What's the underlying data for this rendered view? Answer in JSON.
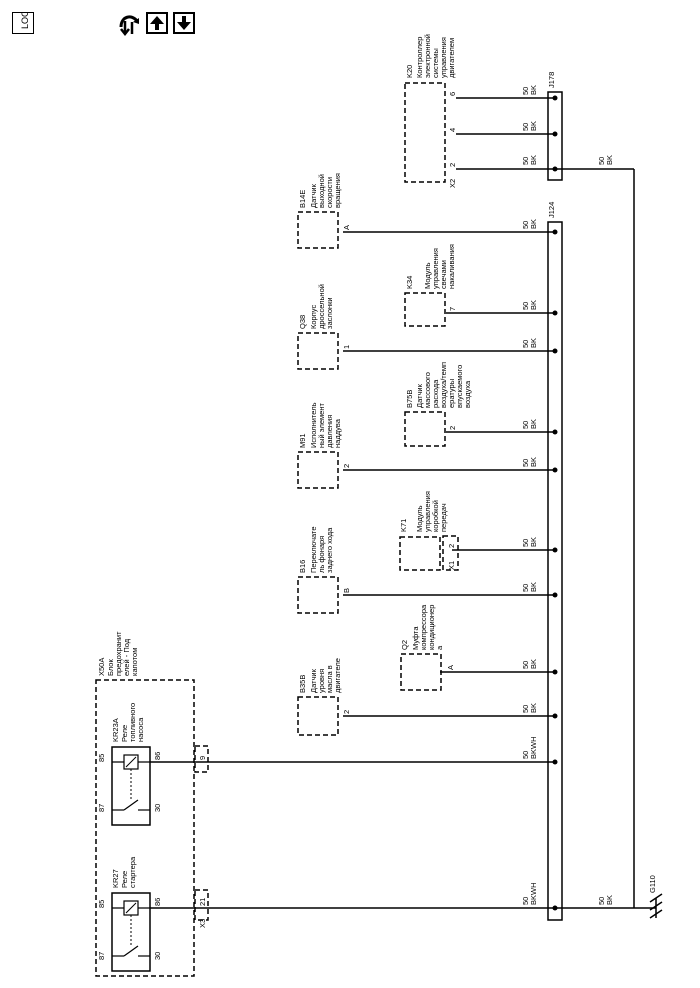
{
  "toolbar": {
    "loc_label": "LOC",
    "nav_icon": "connector-nav-icon",
    "up_icon": "arrow-up-icon",
    "down_icon": "arrow-down-icon"
  },
  "wire": {
    "gauge": "50",
    "bk": "BK",
    "bkwh": "BKWH"
  },
  "splices": [
    "J178",
    "J124"
  ],
  "ground": "G110",
  "controller": {
    "id": "K20",
    "lines": [
      "Контроллер",
      "электронной",
      "системы",
      "управления",
      "двигателем"
    ],
    "connector": "X2",
    "pins": [
      "6",
      "4",
      "2"
    ]
  },
  "components": [
    {
      "id": "B14E",
      "lines": [
        "Датчик",
        "выходной",
        "скорости",
        "вращения"
      ],
      "pin": "A"
    },
    {
      "id": "K34",
      "lines": [
        "Модуль",
        "управления",
        "свечами",
        "накаливания"
      ],
      "pin": "7"
    },
    {
      "id": "Q38",
      "lines": [
        "Корпус",
        "дроссельной",
        "заслонки"
      ],
      "pin": "1"
    },
    {
      "id": "B75B",
      "lines": [
        "Датчик",
        "массового",
        "расхода",
        "воздуха/темп",
        "ературы",
        "впускаемого",
        "воздуха"
      ],
      "pin": "2"
    },
    {
      "id": "M91",
      "lines": [
        "Исполнитель",
        "ный элемент",
        "давления",
        "наддува"
      ],
      "pin": "2"
    },
    {
      "id": "K71",
      "lines": [
        "Модуль",
        "управления",
        "коробкой",
        "передач"
      ],
      "pin": "2",
      "connector": "X1"
    },
    {
      "id": "B16",
      "lines": [
        "Переключате",
        "ль фонаря",
        "заднего хода"
      ],
      "pin": "B"
    },
    {
      "id": "Q2",
      "lines": [
        "Муфта",
        "компрессора",
        "кондиционер",
        "а"
      ],
      "pin": "A"
    },
    {
      "id": "B35B",
      "lines": [
        "Датчик",
        "уровня",
        "масла в",
        "двигателе"
      ],
      "pin": "2"
    }
  ],
  "fuse_block": {
    "id": "X50A",
    "lines": [
      "Блок",
      "предохранит",
      "елей - Под",
      "капотом"
    ]
  },
  "relays": [
    {
      "id": "KR23A",
      "lines": [
        "Реле",
        "топливного",
        "насоса"
      ],
      "pins": [
        "85",
        "86",
        "87",
        "30"
      ],
      "conn_pin": "9"
    },
    {
      "id": "KR27",
      "lines": [
        "Реле",
        "стартера"
      ],
      "pins": [
        "85",
        "86",
        "87",
        "30"
      ],
      "conn_pin": "21",
      "connector": "X3"
    }
  ]
}
